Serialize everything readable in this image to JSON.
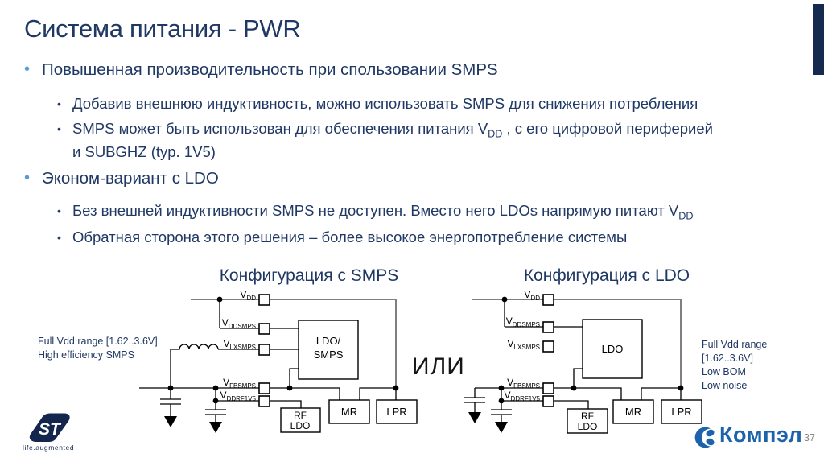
{
  "slide": {
    "title": "Система питания - PWR",
    "bullet_marker": "•",
    "or_label": "ИЛИ",
    "page_number": "37"
  },
  "colors": {
    "title_navy": "#1F3864",
    "bullet_accent": "#5B9BD5",
    "side_bar_navy": "#16294E",
    "kompel_blue": "#1C63AC",
    "wire_gray": "#7F7F7F"
  },
  "bullets": {
    "b1": {
      "label": "Повышенная производительность при спользовании SMPS",
      "sub1": "Добавив внешнюю индуктивность, можно использовать SMPS для снижения потребления",
      "sub2_p1": "SMPS может быть использован для обеспечения питания V",
      "sub2_sub": "DD",
      "sub2_p2": " , с его цифровой периферией",
      "sub2_p3": "и SUBGHZ (typ. 1V5)"
    },
    "b2": {
      "label": "Эконом-вариант с LDO",
      "sub1_p1": "Без внешней индуктивности SMPS не доступен. Вместо него LDOs напрямую питают V",
      "sub1_sub": "DD",
      "sub2": "Обратная сторона этого решения – более высокое энергопотребление системы"
    }
  },
  "pins": {
    "vdd": {
      "main": "V",
      "sub": "DD"
    },
    "vddsmps": {
      "main": "V",
      "sub": "DDSMPS"
    },
    "vlxsmps": {
      "main": "V",
      "sub": "LXSMPS"
    },
    "vfbsmps": {
      "main": "V",
      "sub": "FBSMPS"
    },
    "vddrf1v5": {
      "main": "V",
      "sub": "DDRF1V5"
    }
  },
  "smps": {
    "caption": "Конфигурация с SMPS",
    "main_line1": "LDO/",
    "main_line2": "SMPS",
    "rf_line1": "RF",
    "rf_line2": "LDO",
    "mr": "MR",
    "lpr": "LPR",
    "note1": "Full Vdd range [1.62..3.6V]",
    "note2": "High efficiency SMPS"
  },
  "ldo": {
    "caption": "Конфигурация с LDO",
    "main": "LDO",
    "rf_line1": "RF",
    "rf_line2": "LDO",
    "mr": "MR",
    "lpr": "LPR",
    "note1": "Full Vdd range",
    "note2": "[1.62..3.6V]",
    "note3": "Low BOM",
    "note4": "Low noise"
  },
  "footer": {
    "st_logo": "ST",
    "st_tagline": "life.augmented",
    "kompel": "Компэл"
  }
}
